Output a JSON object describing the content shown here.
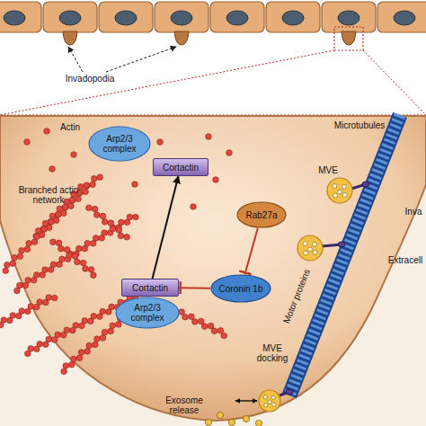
{
  "diagram": {
    "nodes": [
      {
        "text": [
          "Arp2/3 complex"
        ]
      },
      {
        "text": [
          "Cortactin"
        ]
      },
      {
        "text": [
          "Rab27a"
        ]
      },
      {
        "text": [
          "Coronin 1b"
        ]
      },
      {
        "text": [
          "Cortactin"
        ]
      },
      {
        "text": [
          "Arp2/3 complex"
        ]
      }
    ],
    "edges": [
      {
        "from": 4,
        "to": 1,
        "arrow": "to"
      },
      {
        "from": 2,
        "to": 3,
        "arrow": "to"
      },
      {
        "from": 3,
        "to": 4,
        "arrow": "to"
      }
    ],
    "labels": [
      "Invadopodia",
      "Actin",
      "Branched actin network",
      "Microtubules",
      "MVE",
      "Motor proteins",
      "MVE docking",
      "Exosome release",
      "Inva",
      "Extracell"
    ]
  }
}
